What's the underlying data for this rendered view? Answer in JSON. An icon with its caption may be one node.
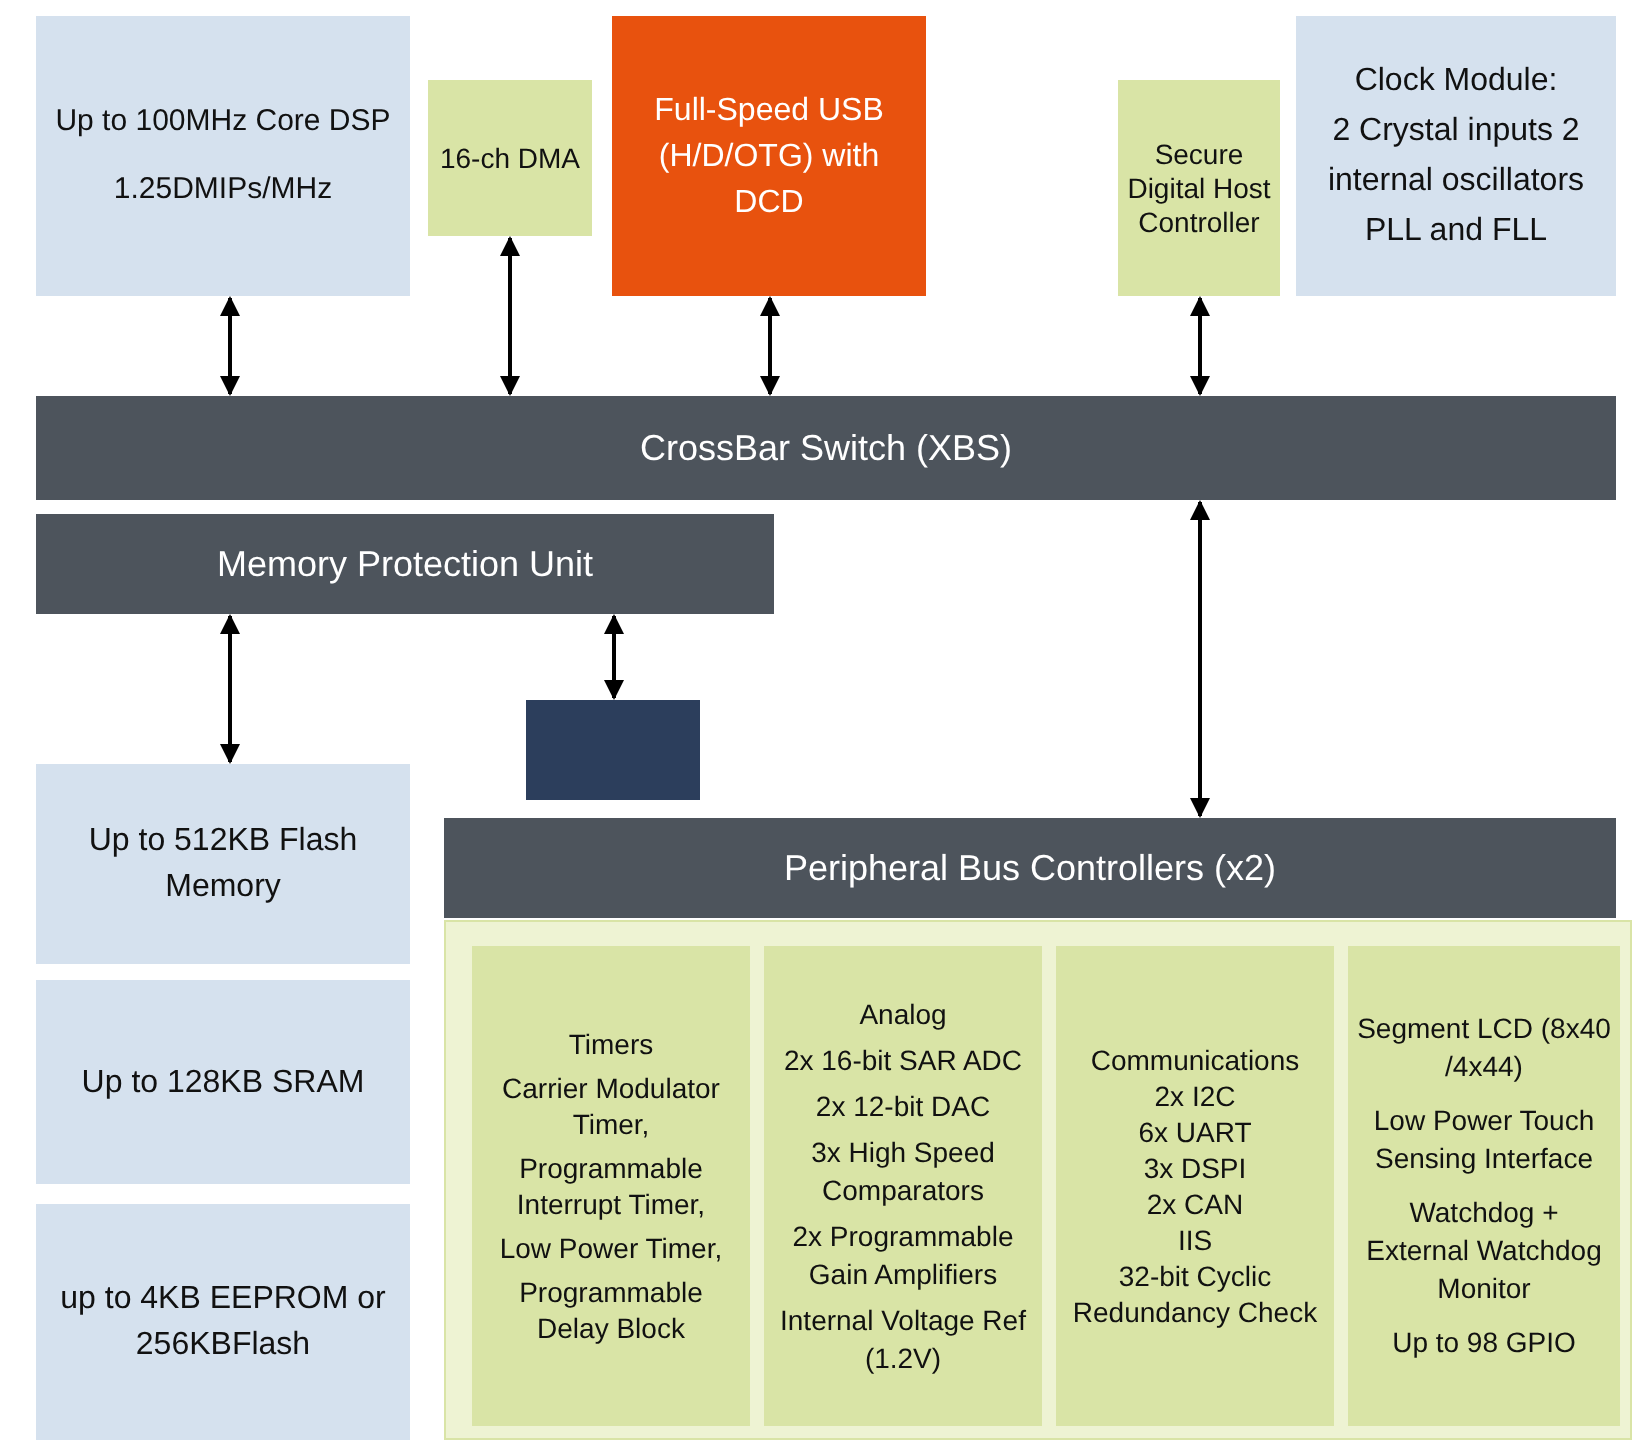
{
  "diagram": {
    "nodes": [
      {
        "text": [
          "Up to 100MHz Core DSP",
          "1.25DMIPs/MHz"
        ]
      },
      {
        "text": [
          "16-ch DMA"
        ]
      },
      {
        "text": [
          "Full-Speed USB (H/D/OTG) with DCD"
        ]
      },
      {
        "text": [
          "Secure Digital Host Controller"
        ]
      },
      {
        "text": [
          "Clock Module:",
          "2 Crystal inputs 2 internal oscillators PLL and FLL"
        ]
      },
      {
        "text": [
          "CrossBar Switch (XBS)"
        ]
      },
      {
        "text": [
          "Memory Protection Unit"
        ]
      },
      {
        "text": [],
        "shape": "box"
      },
      {
        "text": [
          "Up to 512KB Flash Memory"
        ]
      },
      {
        "text": [
          "Up to 128KB SRAM"
        ]
      },
      {
        "text": [
          "up to 4KB EEPROM or 256KBFlash"
        ]
      },
      {
        "text": [
          "Peripheral Bus Controllers (x2)"
        ]
      },
      {
        "text": [],
        "shape": "box"
      },
      {
        "text": [
          "Timers",
          "Carrier Modulator Timer,",
          "Programmable Interrupt Timer,",
          "Low Power Timer,",
          "Programmable Delay Block"
        ],
        "in": 12
      },
      {
        "text": [
          "Analog",
          "2x 16-bit SAR ADC",
          "2x 12-bit DAC",
          "3x High Speed Comparators",
          "2x Programmable Gain Amplifiers",
          "Internal Voltage Ref (1.2V)"
        ],
        "in": 12
      },
      {
        "text": [
          "Communications",
          "2x I2C",
          "6x UART",
          "3x DSPI",
          "2x CAN",
          "IIS",
          "32-bit Cyclic Redundancy Check"
        ],
        "in": 12
      },
      {
        "text": [
          "Segment LCD (8x40 /4x44)",
          "Low Power Touch Sensing Interface",
          "Watchdog + External Watchdog Monitor",
          "Up to 98 GPIO"
        ],
        "in": 12
      }
    ],
    "edges": [
      {
        "from": 0,
        "to": 5,
        "arrow": "both"
      },
      {
        "from": 1,
        "to": 5,
        "arrow": "both"
      },
      {
        "from": 2,
        "to": 5,
        "arrow": "both"
      },
      {
        "from": 3,
        "to": 5,
        "arrow": "both"
      },
      {
        "from": 5,
        "to": 11,
        "arrow": "both"
      },
      {
        "from": 6,
        "to": 8,
        "arrow": "both"
      },
      {
        "from": 6,
        "to": 7,
        "arrow": "both"
      }
    ]
  }
}
